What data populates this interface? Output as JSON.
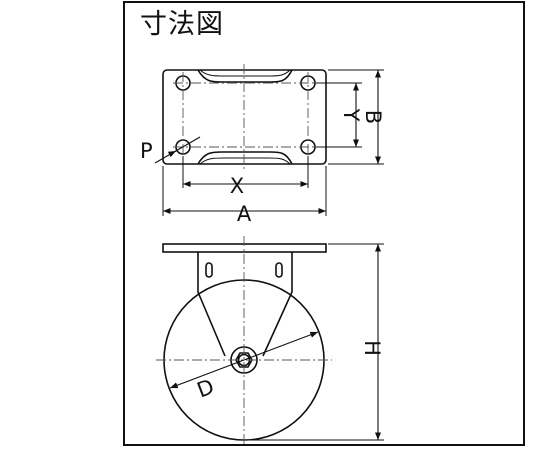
{
  "title": "寸法図",
  "labels": {
    "a": "A",
    "b": "B",
    "x": "X",
    "y": "Y",
    "p": "P",
    "h": "H",
    "d": "D"
  },
  "colors": {
    "line": "#111111",
    "center_line": "#555555",
    "background": "#ffffff"
  }
}
